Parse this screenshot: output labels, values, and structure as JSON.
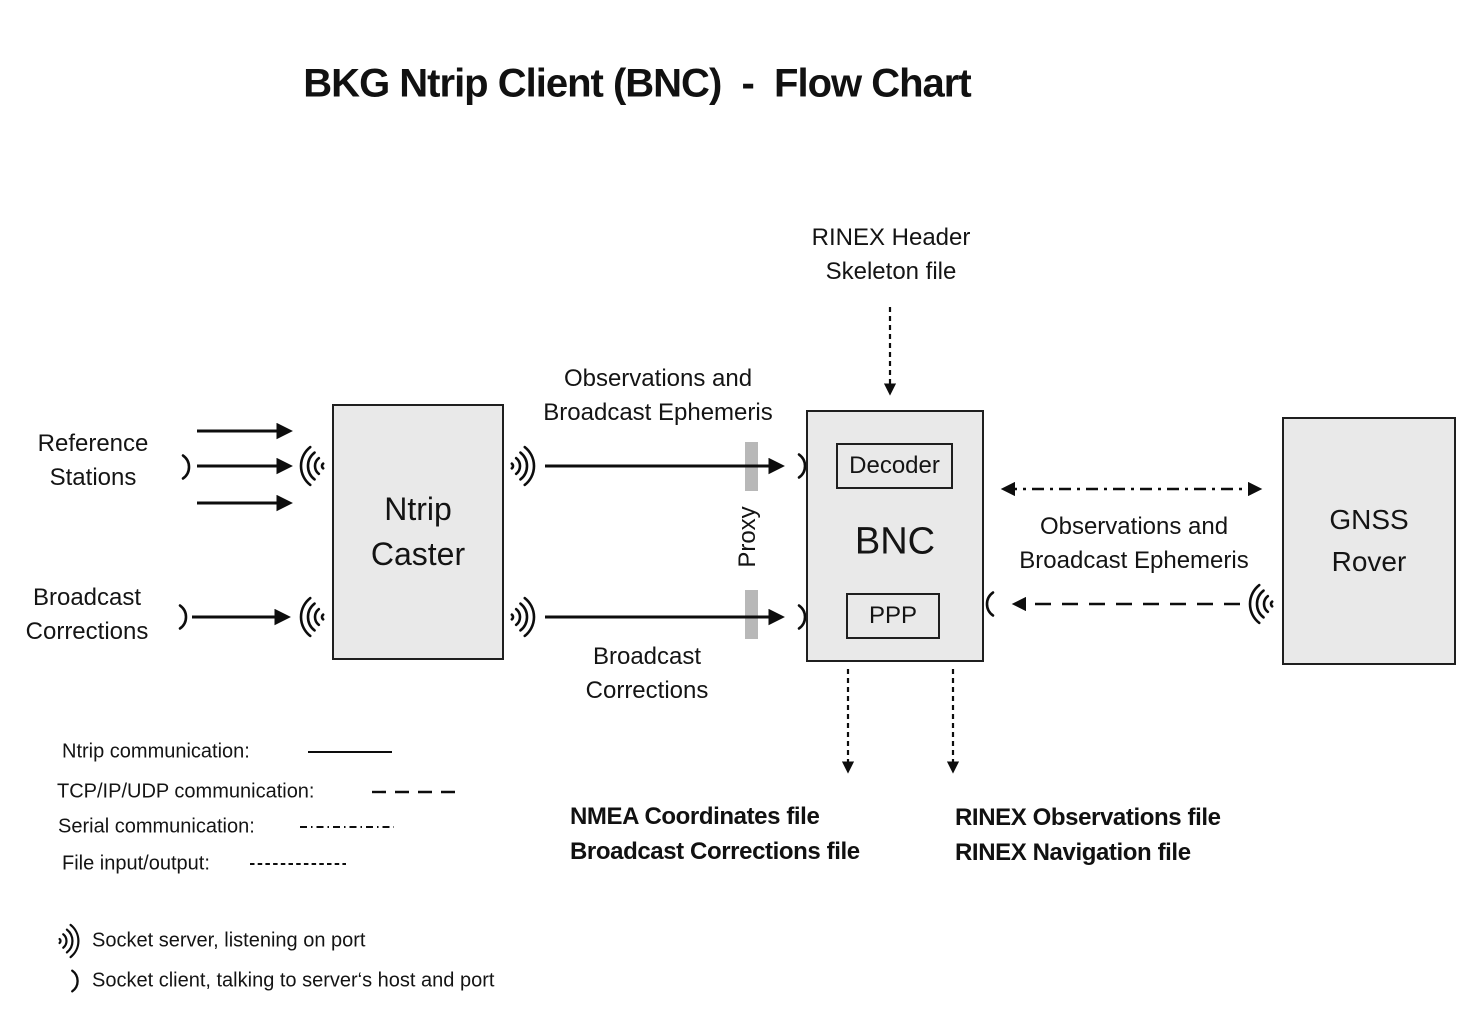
{
  "title": "BKG Ntrip Client (BNC)  -  Flow Chart",
  "nodes": {
    "reference_stations": {
      "line1": "Reference",
      "line2": "Stations"
    },
    "broadcast_corrections_source": {
      "line1": "Broadcast",
      "line2": "Corrections"
    },
    "ntrip_caster": {
      "line1": "Ntrip",
      "line2": "Caster"
    },
    "bnc": {
      "label": "BNC",
      "decoder": "Decoder",
      "ppp": "PPP"
    },
    "proxy": {
      "label": "Proxy"
    },
    "gnss_rover": {
      "line1": "GNSS",
      "line2": "Rover"
    }
  },
  "flow_labels": {
    "obs_ephemeris_left": {
      "line1": "Observations and",
      "line2": "Broadcast Ephemeris"
    },
    "broadcast_corrections_mid": {
      "line1": "Broadcast",
      "line2": "Corrections"
    },
    "rinex_header": {
      "line1": "RINEX Header",
      "line2": "Skeleton file"
    },
    "obs_ephemeris_right": {
      "line1": "Observations and",
      "line2": "Broadcast Ephemeris"
    },
    "nmea_outputs": {
      "line1": "NMEA Coordinates file",
      "line2": "Broadcast Corrections file"
    },
    "rinex_outputs": {
      "line1": "RINEX Observations file",
      "line2": "RINEX Navigation file"
    }
  },
  "legend": {
    "items": [
      {
        "label": "Ntrip communication:",
        "style": "solid"
      },
      {
        "label": "TCP/IP/UDP communication:",
        "style": "long-dash"
      },
      {
        "label": "Serial communication:",
        "style": "dash-dot"
      },
      {
        "label": "File input/output:",
        "style": "fine-dash"
      }
    ],
    "socket_server_label": "Socket server, listening on port",
    "socket_client_label": "Socket client, talking to server‘s host and port"
  },
  "colors": {
    "box_fill": "#e9e9e9",
    "box_border": "#1f1f1f",
    "proxy_bar": "#b8b8b8",
    "line": "#0d0d0d",
    "text": "#141414",
    "background": "#ffffff"
  }
}
